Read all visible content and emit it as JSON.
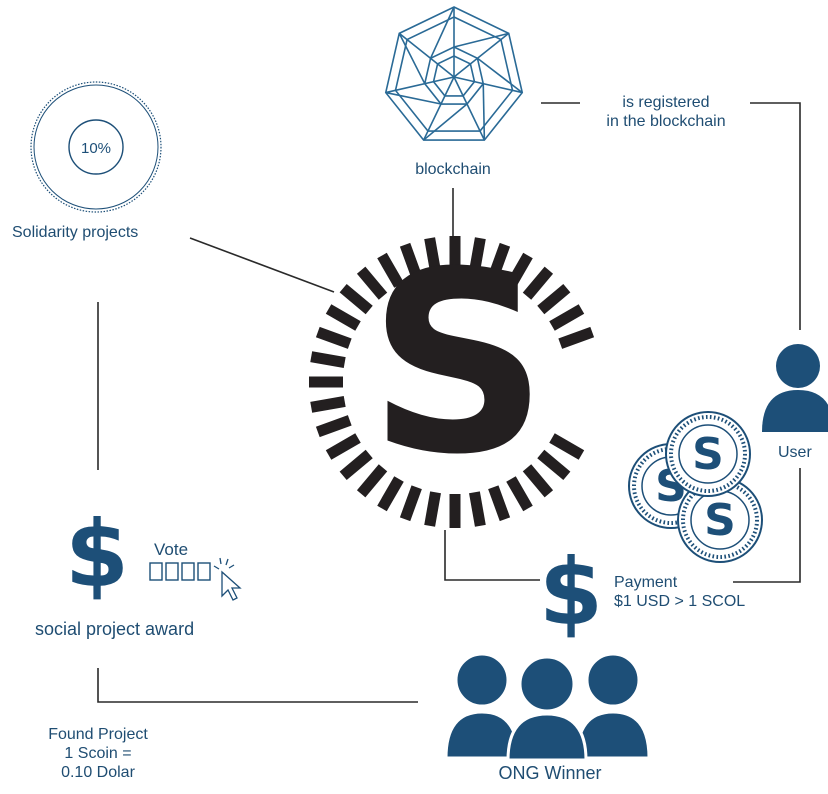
{
  "center_logo": {
    "letter": "S"
  },
  "blockchain": {
    "label": "blockchain"
  },
  "registration": {
    "line1": "is registered",
    "line2": "in the blockchain"
  },
  "solidarity": {
    "percent": "10%",
    "label": "Solidarity projects"
  },
  "user": {
    "label": "User"
  },
  "coin": {
    "letter": "S"
  },
  "payment": {
    "line1": "Payment",
    "line2": "$1 USD > 1 SCOL"
  },
  "award": {
    "vote_label": "Vote",
    "label": "social project award"
  },
  "found_project": {
    "line1": "Found Project",
    "line2": "1 Scoin =",
    "line3": "0.10 Dolar"
  },
  "winner": {
    "label": "ONG Winner"
  },
  "dollar_symbol": "$",
  "colors": {
    "primary": "#1d4f78",
    "dark": "#231f20",
    "accent": "#2a6a96"
  }
}
